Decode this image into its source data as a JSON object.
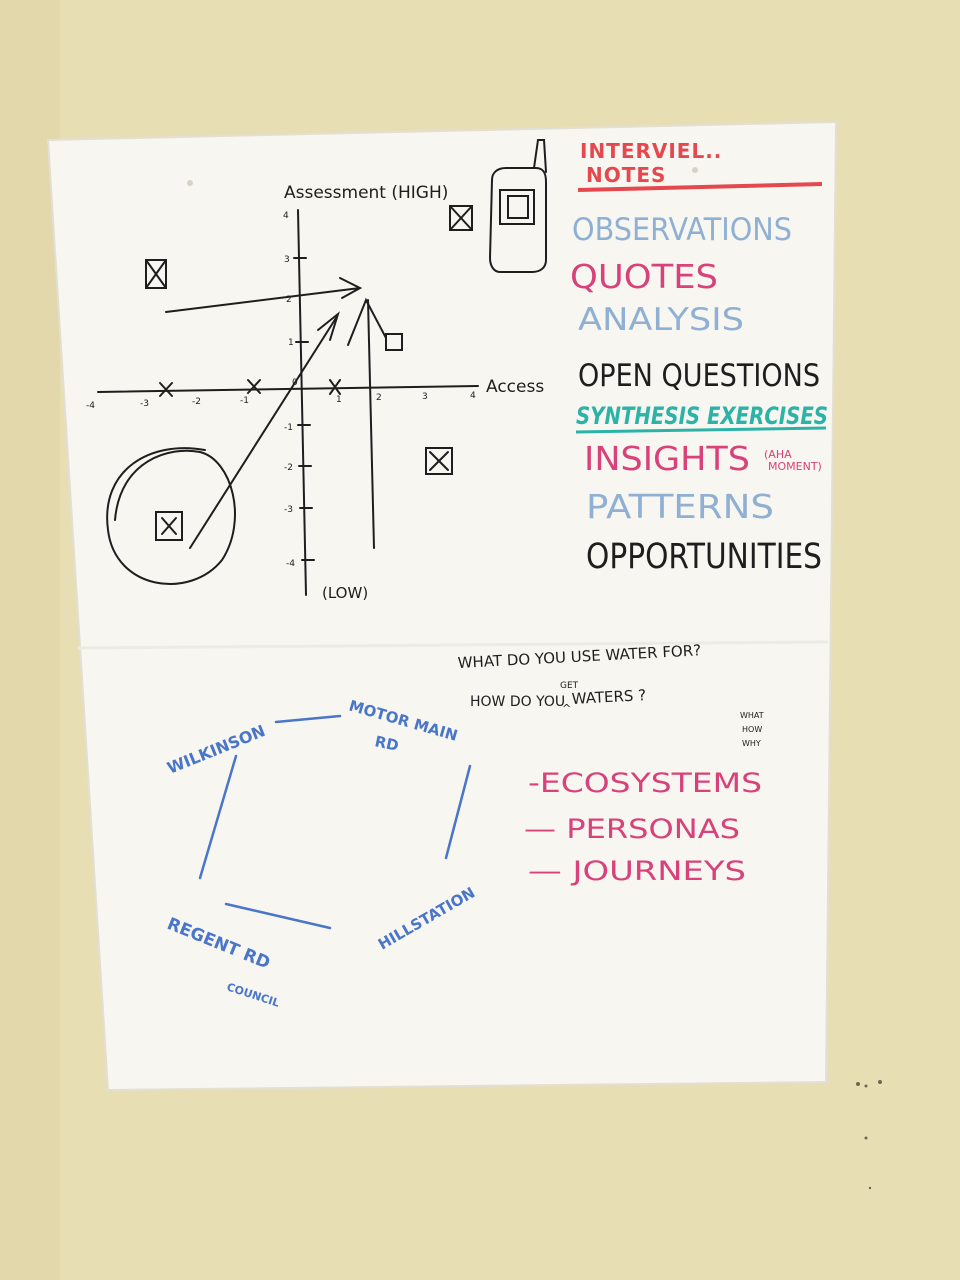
{
  "colors": {
    "wall": "#e8deb4",
    "paper": "#f7f6f1",
    "black_ink": "#1e1e1e",
    "red_ink": "#e5484d",
    "pink_ink": "#d9417a",
    "light_blue_ink": "#8fb0d3",
    "teal_ink": "#2bb3a7",
    "blue_ink": "#4a76c9"
  },
  "graph": {
    "y_axis_label": "Assessment (HIGH)",
    "y_axis_low": "(LOW)",
    "x_axis_label": "Access",
    "x_ticks": [
      "-4",
      "-3",
      "-2",
      "-1",
      "0",
      "1",
      "2",
      "3",
      "4"
    ],
    "y_ticks": [
      "4",
      "3",
      "2",
      "1",
      "-1",
      "-2",
      "-3",
      "-4"
    ]
  },
  "notes": {
    "title_line1": "INTERVIEL..",
    "title_line2": "NOTES",
    "items": [
      {
        "text": "OBSERVATIONS",
        "color": "#8fb0d3"
      },
      {
        "text": "QUOTES",
        "color": "#d9417a"
      },
      {
        "text": "ANALYSIS",
        "color": "#8fb0d3"
      },
      {
        "text": "OPEN QUESTIONS",
        "color": "#1e1e1e"
      },
      {
        "text": "SYNTHESIS EXERCISES",
        "color": "#2bb3a7"
      },
      {
        "text": "INSIGHTS",
        "color": "#d9417a"
      },
      {
        "text": "PATTERNS",
        "color": "#8fb0d3"
      },
      {
        "text": "OPPORTUNITIES",
        "color": "#1e1e1e"
      }
    ],
    "insights_aside_line1": "(AHA",
    "insights_aside_line2": "MOMENT)"
  },
  "questions": {
    "q1": "WHAT DO YOU USE WATER FOR?",
    "q2_pre": "HOW DO YOU",
    "q2_caret": "^",
    "q2_insert": "GET",
    "q2_post": "WATERS ?",
    "small_what": "WHAT",
    "small_how": "HOW",
    "small_why": "WHY"
  },
  "methods": [
    "-ECOSYSTEMS",
    "— PERSONAS",
    "— JOURNEYS"
  ],
  "map": {
    "wilkinson": "WILKINSON",
    "motor_main": "MOTOR MAIN",
    "rd": "RD",
    "hillstation": "HILLSTATION",
    "regent_rd": "REGENT RD",
    "council": "COUNCIL"
  }
}
